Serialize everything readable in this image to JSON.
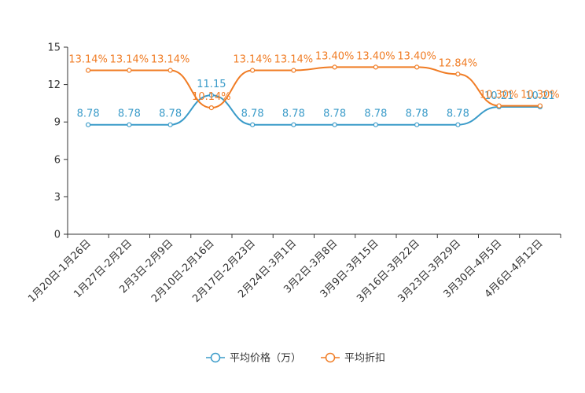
{
  "chart_data": {
    "type": "line",
    "title": "",
    "xlabel": "",
    "ylabel": "",
    "ylim": [
      0,
      15
    ],
    "y_ticks": [
      "0",
      "3",
      "6",
      "9",
      "12",
      "15"
    ],
    "y_tick_values": [
      0,
      3,
      6,
      9,
      12,
      15
    ],
    "categories": [
      "1月20日-1月26日",
      "1月27日-2月2日",
      "2月3日-2月9日",
      "2月10日-2月16日",
      "2月17日-2月23日",
      "2月24日-3月1日",
      "3月2日-3月8日",
      "3月9日-3月15日",
      "3月16日-3月22日",
      "3月23日-3月29日",
      "3月30日-4月5日",
      "4月6日-4月12日"
    ],
    "series": [
      {
        "name": "平均价格（万）",
        "color": "#3a9bc9",
        "smooth": true,
        "values": [
          8.78,
          8.78,
          8.78,
          11.15,
          8.78,
          8.78,
          8.78,
          8.78,
          8.78,
          8.78,
          10.21,
          10.21
        ],
        "labels": [
          "8.78",
          "8.78",
          "8.78",
          "11.15",
          "8.78",
          "8.78",
          "8.78",
          "8.78",
          "8.78",
          "8.78",
          "10.21",
          "10.21"
        ]
      },
      {
        "name": "平均折扣",
        "color": "#f07c24",
        "smooth": true,
        "values": [
          13.14,
          13.14,
          13.14,
          10.14,
          13.14,
          13.14,
          13.4,
          13.4,
          13.4,
          12.84,
          10.3,
          10.3
        ],
        "labels": [
          "13.14%",
          "13.14%",
          "13.14%",
          "10.14%",
          "13.14%",
          "13.14%",
          "13.40%",
          "13.40%",
          "13.40%",
          "12.84%",
          "10.30%",
          "10.30%"
        ]
      }
    ],
    "legend": {
      "position": "bottom-center",
      "items": [
        {
          "label": "平均价格（万）",
          "icon": "circle-line-icon",
          "color": "#3a9bc9"
        },
        {
          "label": "平均折扣",
          "icon": "circle-line-icon",
          "color": "#f07c24"
        }
      ]
    },
    "grid": false
  }
}
